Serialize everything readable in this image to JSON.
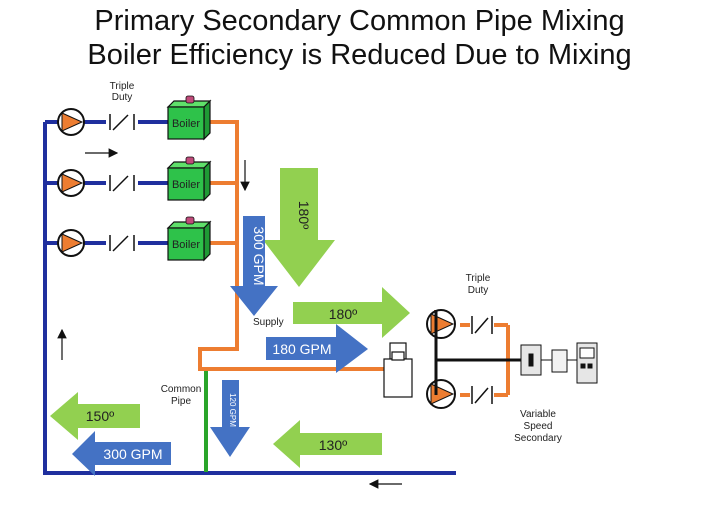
{
  "title": {
    "line1": "Primary Secondary Common Pipe Mixing",
    "line2": "Boiler Efficiency is Reduced Due to Mixing"
  },
  "labels": {
    "triple_duty_top_1": "Triple",
    "triple_duty_top_2": "Duty",
    "triple_duty_right_1": "Triple",
    "triple_duty_right_2": "Duty",
    "boiler": "Boiler",
    "supply": "Supply",
    "common_pipe_1": "Common",
    "common_pipe_2": "Pipe",
    "vs_1": "Variable",
    "vs_2": "Speed",
    "vs_3": "Secondary"
  },
  "arrows": {
    "primary_temp": "180º",
    "primary_flow": "300 GPM",
    "supply_temp": "180º",
    "supply_flow": "180 GPM",
    "common_flow": "120 GPM",
    "return_temp": "130º",
    "boiler_return_temp": "150º",
    "boiler_return_flow": "300 GPM"
  },
  "colors": {
    "blue_pipe": "#1f2f9e",
    "orange_pipe": "#ed7d31",
    "green_pipe": "#2aa52a",
    "green_arrow": "#92d050",
    "blue_arrow": "#4472c4",
    "boiler": "#2ec24a",
    "pump": "#ed7d31"
  }
}
